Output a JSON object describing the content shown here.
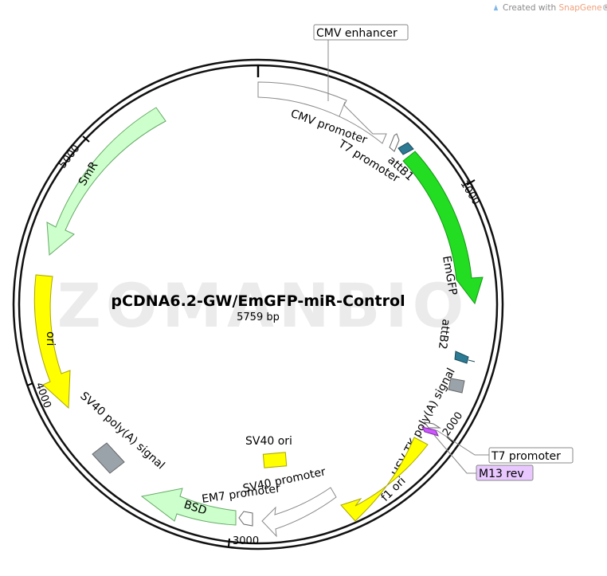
{
  "credit": {
    "prefix": "Created with",
    "brand": "SnapGene",
    "suffix": "®"
  },
  "watermark": "ZOMANBIO",
  "plasmid": {
    "name": "pCDNA6.2-GW/EmGFP-miR-Control",
    "length": "5759 bp"
  },
  "ticks": [
    "1000",
    "2000",
    "3000",
    "4000",
    "5000"
  ],
  "features": {
    "cmv_enhancer": "CMV enhancer",
    "cmv_promoter": "CMV promoter",
    "t7_promoter_top": "T7 promoter",
    "attb1": "attB1",
    "emgfp": "EmGFP",
    "attb2": "attB2",
    "hsv_tk": "HSV TK poly(A) signal",
    "t7_promoter_bottom": "T7 promoter",
    "m13_rev": "M13 rev",
    "f1_ori": "f1 ori",
    "sv40_promoter": "SV40 promoter",
    "em7_promoter": "EM7 promoter",
    "bsd": "BSD",
    "sv40_ori": "SV40 ori",
    "sv40_polya": "SV40 poly(A) signal",
    "ori": "ori",
    "smr": "SmR"
  },
  "colors": {
    "emgfp": "#22dd22",
    "ori": "#ffff00",
    "smr": "#ccffcc",
    "bsd": "#ccffcc",
    "attb": "#2c7a93",
    "polya": "#9aa3aa",
    "m13": "#cc55ff",
    "m13_label_bg": "#e8c8ff",
    "promoter": "#ffffff"
  }
}
